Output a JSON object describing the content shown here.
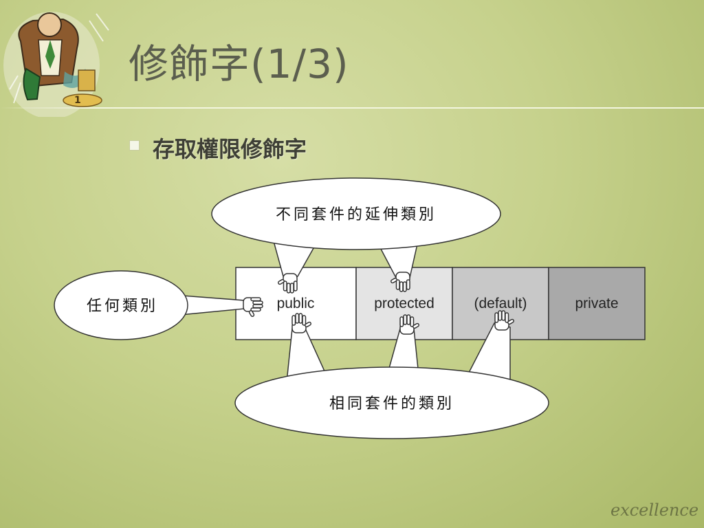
{
  "slide": {
    "title": "修飾字(1/3)",
    "bullet": "存取權限修飾字",
    "brand": "excellence"
  },
  "diagram": {
    "modifiers": [
      "public",
      "protected",
      "(default)",
      "private"
    ],
    "modifier_colors": [
      "#ffffff",
      "#e4e4e4",
      "#c8c8c8",
      "#a9a9a9"
    ],
    "bubbles": {
      "subclass_other_package": "不同套件的延伸類別",
      "any_class": "任何類別",
      "same_package": "相同套件的類別"
    },
    "access": {
      "any_class": [
        "public"
      ],
      "subclass_other_package": [
        "public",
        "protected"
      ],
      "same_package": [
        "public",
        "protected",
        "(default)"
      ]
    }
  }
}
